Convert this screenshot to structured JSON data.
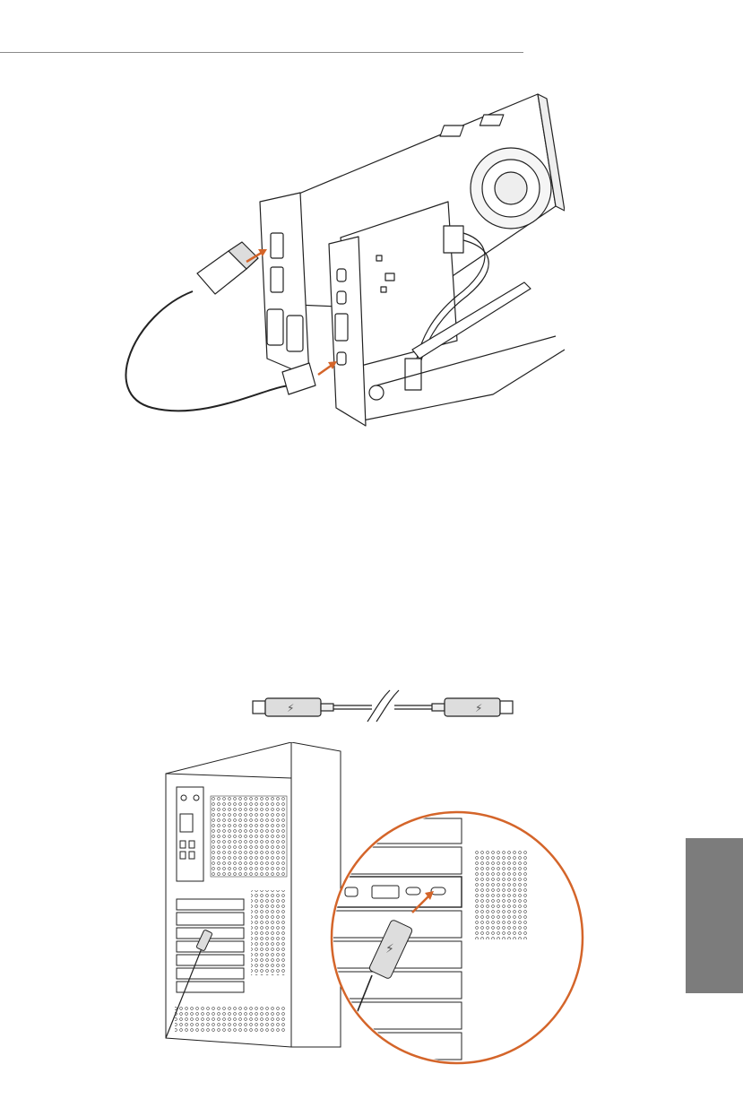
{
  "sidebar": {
    "language": ""
  },
  "colors": {
    "accent_arrow": "#d4652a",
    "tab_gray": "#7c7c7c",
    "line": "#222222"
  },
  "figures": [
    {
      "name": "graphics-card-thunderbolt-card-diagram"
    },
    {
      "name": "thunderbolt-cable-diagram"
    },
    {
      "name": "pc-chassis-thunderbolt-port-diagram"
    }
  ]
}
